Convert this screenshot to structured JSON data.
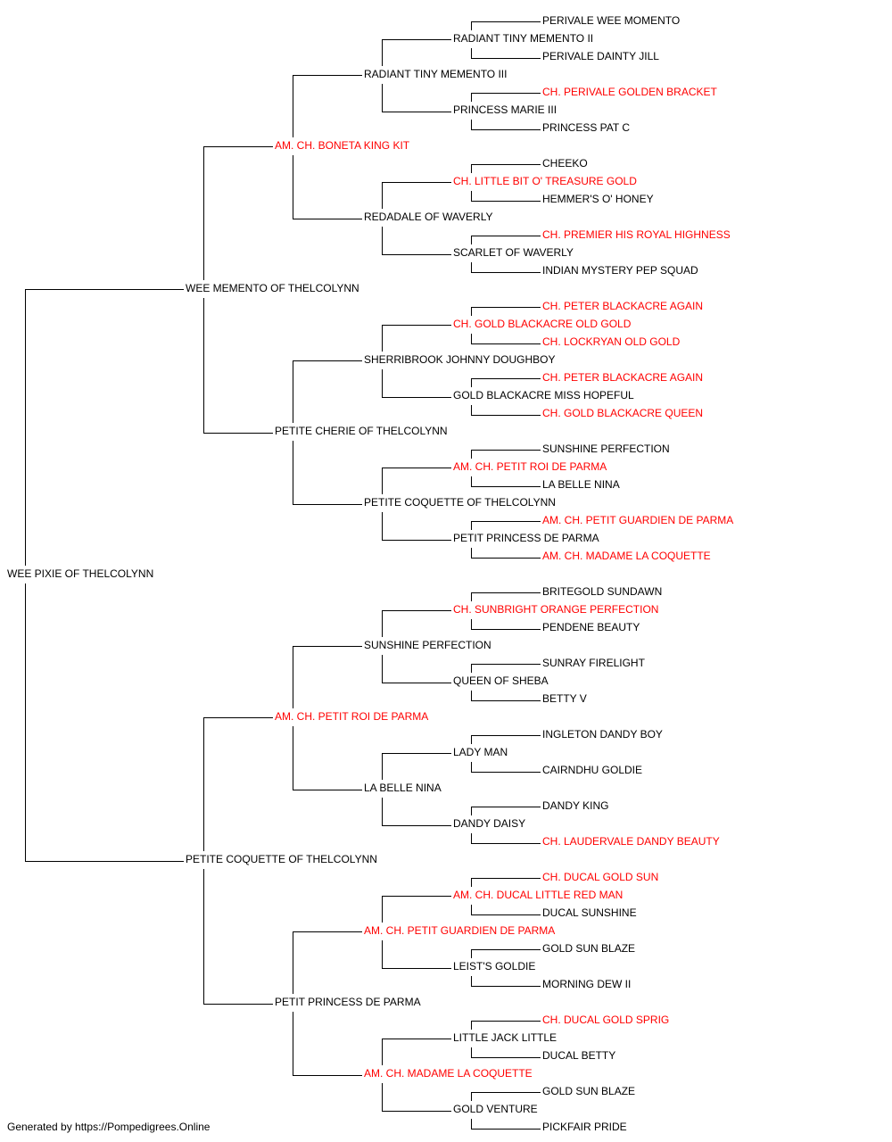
{
  "colors": {
    "text": "#000000",
    "champion": "#ff0000",
    "line": "#000000"
  },
  "pedigree": {
    "name": "WEE PIXIE OF THELCOLYNN",
    "ch": false,
    "sire": {
      "name": "WEE MEMENTO OF THELCOLYNN",
      "ch": false,
      "sire": {
        "name": "AM. CH. BONETA KING KIT",
        "ch": true,
        "sire": {
          "name": "RADIANT TINY MEMENTO III",
          "ch": false,
          "sire": {
            "name": "RADIANT TINY MEMENTO II",
            "ch": false,
            "sire": {
              "name": "PERIVALE WEE MOMENTO",
              "ch": false
            },
            "dam": {
              "name": "PERIVALE DAINTY JILL",
              "ch": false
            }
          },
          "dam": {
            "name": "PRINCESS MARIE III",
            "ch": false,
            "sire": {
              "name": "CH. PERIVALE GOLDEN BRACKET",
              "ch": true
            },
            "dam": {
              "name": "PRINCESS PAT C",
              "ch": false
            }
          }
        },
        "dam": {
          "name": "REDADALE OF WAVERLY",
          "ch": false,
          "sire": {
            "name": "CH. LITTLE BIT O' TREASURE GOLD",
            "ch": true,
            "sire": {
              "name": "CHEEKO",
              "ch": false
            },
            "dam": {
              "name": "HEMMER'S O' HONEY",
              "ch": false
            }
          },
          "dam": {
            "name": "SCARLET OF WAVERLY",
            "ch": false,
            "sire": {
              "name": "CH. PREMIER HIS ROYAL HIGHNESS",
              "ch": true
            },
            "dam": {
              "name": "INDIAN MYSTERY PEP SQUAD",
              "ch": false
            }
          }
        }
      },
      "dam": {
        "name": "PETITE CHERIE OF THELCOLYNN",
        "ch": false,
        "sire": {
          "name": "SHERRIBROOK JOHNNY DOUGHBOY",
          "ch": false,
          "sire": {
            "name": "CH. GOLD BLACKACRE OLD GOLD",
            "ch": true,
            "sire": {
              "name": "CH. PETER BLACKACRE AGAIN",
              "ch": true
            },
            "dam": {
              "name": "CH. LOCKRYAN OLD GOLD",
              "ch": true
            }
          },
          "dam": {
            "name": "GOLD BLACKACRE MISS HOPEFUL",
            "ch": false,
            "sire": {
              "name": "CH. PETER BLACKACRE AGAIN",
              "ch": true
            },
            "dam": {
              "name": "CH. GOLD BLACKACRE QUEEN",
              "ch": true
            }
          }
        },
        "dam": {
          "name": "PETITE COQUETTE OF THELCOLYNN",
          "ch": false,
          "sire": {
            "name": "AM. CH. PETIT ROI DE PARMA",
            "ch": true,
            "sire": {
              "name": "SUNSHINE PERFECTION",
              "ch": false
            },
            "dam": {
              "name": "LA BELLE NINA",
              "ch": false
            }
          },
          "dam": {
            "name": "PETIT PRINCESS DE PARMA",
            "ch": false,
            "sire": {
              "name": "AM. CH. PETIT GUARDIEN DE PARMA",
              "ch": true
            },
            "dam": {
              "name": "AM. CH. MADAME LA COQUETTE",
              "ch": true
            }
          }
        }
      }
    },
    "dam": {
      "name": "PETITE COQUETTE OF THELCOLYNN",
      "ch": false,
      "sire": {
        "name": "AM. CH. PETIT ROI DE PARMA",
        "ch": true,
        "sire": {
          "name": "SUNSHINE PERFECTION",
          "ch": false,
          "sire": {
            "name": "CH. SUNBRIGHT ORANGE PERFECTION",
            "ch": true,
            "sire": {
              "name": "BRITEGOLD SUNDAWN",
              "ch": false
            },
            "dam": {
              "name": "PENDENE BEAUTY",
              "ch": false
            }
          },
          "dam": {
            "name": "QUEEN OF SHEBA",
            "ch": false,
            "sire": {
              "name": "SUNRAY FIRELIGHT",
              "ch": false
            },
            "dam": {
              "name": "BETTY V",
              "ch": false
            }
          }
        },
        "dam": {
          "name": "LA BELLE NINA",
          "ch": false,
          "sire": {
            "name": "LADY MAN",
            "ch": false,
            "sire": {
              "name": "INGLETON DANDY BOY",
              "ch": false
            },
            "dam": {
              "name": "CAIRNDHU GOLDIE",
              "ch": false
            }
          },
          "dam": {
            "name": "DANDY DAISY",
            "ch": false,
            "sire": {
              "name": "DANDY KING",
              "ch": false
            },
            "dam": {
              "name": "CH. LAUDERVALE DANDY BEAUTY",
              "ch": true
            }
          }
        }
      },
      "dam": {
        "name": "PETIT PRINCESS DE PARMA",
        "ch": false,
        "sire": {
          "name": "AM. CH. PETIT GUARDIEN DE PARMA",
          "ch": true,
          "sire": {
            "name": "AM. CH. DUCAL LITTLE RED MAN",
            "ch": true,
            "sire": {
              "name": "CH. DUCAL GOLD SUN",
              "ch": true
            },
            "dam": {
              "name": "DUCAL SUNSHINE",
              "ch": false
            }
          },
          "dam": {
            "name": "LEIST'S GOLDIE",
            "ch": false,
            "sire": {
              "name": "GOLD SUN BLAZE",
              "ch": false
            },
            "dam": {
              "name": "MORNING DEW II",
              "ch": false
            }
          }
        },
        "dam": {
          "name": "AM. CH. MADAME LA COQUETTE",
          "ch": true,
          "sire": {
            "name": "LITTLE JACK LITTLE",
            "ch": false,
            "sire": {
              "name": "CH. DUCAL GOLD SPRIG",
              "ch": true
            },
            "dam": {
              "name": "DUCAL BETTY",
              "ch": false
            }
          },
          "dam": {
            "name": "GOLD VENTURE",
            "ch": false,
            "sire": {
              "name": "GOLD SUN BLAZE",
              "ch": false
            },
            "dam": {
              "name": "PICKFAIR PRIDE",
              "ch": false
            }
          }
        }
      }
    }
  },
  "footer": {
    "text": "Generated by https://Pompedigrees.Online"
  }
}
